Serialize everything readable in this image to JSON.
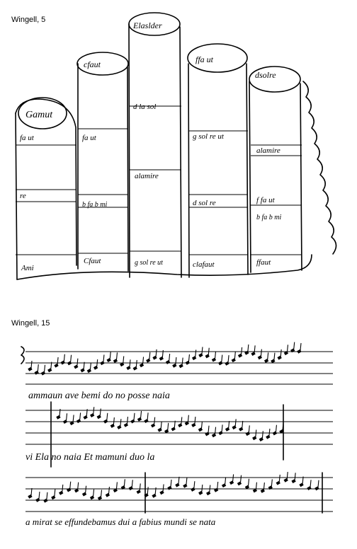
{
  "captions": {
    "top": "Wingell, 5",
    "bottom": "Wingell, 15"
  },
  "fingers": [
    {
      "id": "thumb",
      "tip": "Gamut",
      "labels": [
        "fa ut",
        "re",
        "Ami"
      ]
    },
    {
      "id": "index",
      "tip": "cfaut",
      "labels": [
        "fa ut",
        "b fa b mi",
        "Cfaut"
      ]
    },
    {
      "id": "middle",
      "tip": "Elaslder",
      "labels": [
        "d la sol",
        "alamire",
        "g sol re ut"
      ]
    },
    {
      "id": "ring",
      "tip": "ffa ut",
      "labels": [
        "g sol re ut",
        "d sol re",
        "clafaut"
      ]
    },
    {
      "id": "little",
      "tip": "dsolre",
      "labels": [
        "alamire",
        "f fa ut",
        "b fa b mi",
        "ffaut"
      ]
    }
  ],
  "lyrics": {
    "line1": "ammaun   ave   bemi   do   no   posse   naia",
    "line2": "vi   Ela   no   naia   Et   mamuni   duo   la",
    "line3": "a mirat se effundebamus  dui  a  fabius  mundi  se  nata"
  }
}
